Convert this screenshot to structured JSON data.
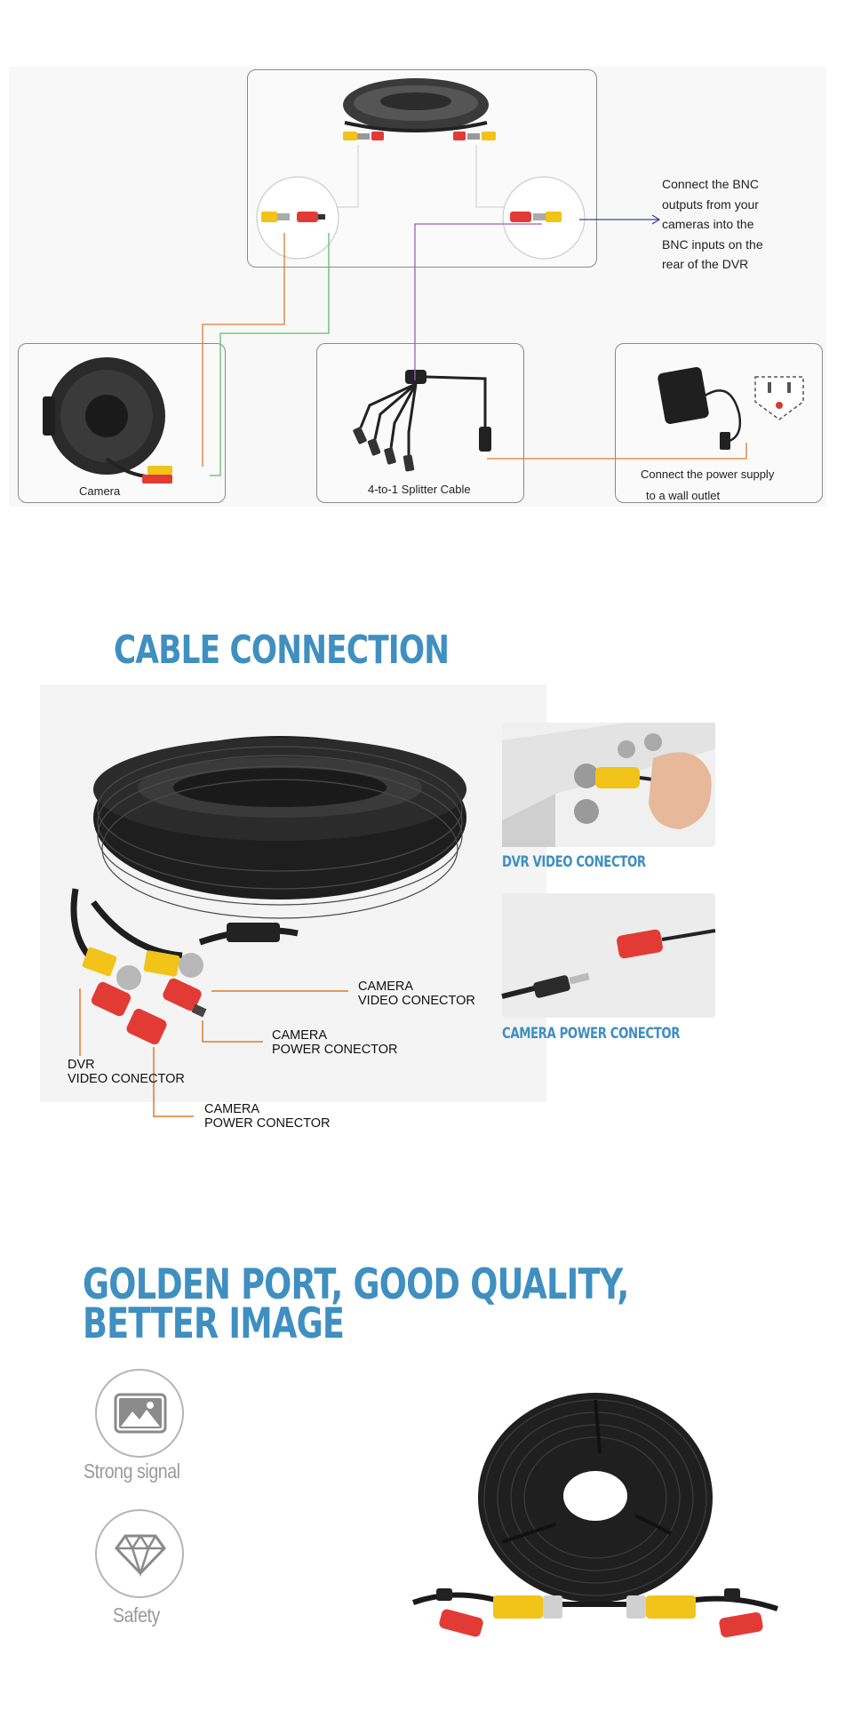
{
  "diagram": {
    "note_lines": [
      "Connect the BNC",
      "outputs from your",
      "cameras into the",
      "BNC inputs on the",
      "rear of the DVR"
    ],
    "camera_label": "Camera",
    "splitter_label": "4-to-1 Splitter Cable",
    "power_lines": [
      "Connect the power supply",
      "to a wall outlet"
    ]
  },
  "cable_section": {
    "title": "CABLE CONNECTION",
    "callouts": {
      "camera_video": "CAMERA\nVIDEO CONECTOR",
      "camera_power_1": "CAMERA\nPOWER CONECTOR",
      "dvr_video": "DVR\nVIDEO CONECTOR",
      "camera_power_2": "CAMERA\nPOWER CONECTOR"
    },
    "dvr_caption": "DVR VIDEO CONECTOR",
    "power_caption": "CAMERA POWER CONECTOR"
  },
  "quality_section": {
    "title_line1": "GOLDEN PORT, GOOD QUALITY,",
    "title_line2": "BETTER IMAGE",
    "features": [
      {
        "label": "Strong signal",
        "icon": "image-icon"
      },
      {
        "label": "Safety",
        "icon": "diamond-icon"
      }
    ]
  },
  "colors": {
    "heading_blue": "#3f8fc0",
    "lead_orange": "#e07b2a",
    "lead_green": "#5fbf6a",
    "lead_purple": "#a05bbd",
    "arrow_blue": "#3f3fa8",
    "connector_yellow": "#f2c318",
    "connector_red": "#e23b35"
  }
}
